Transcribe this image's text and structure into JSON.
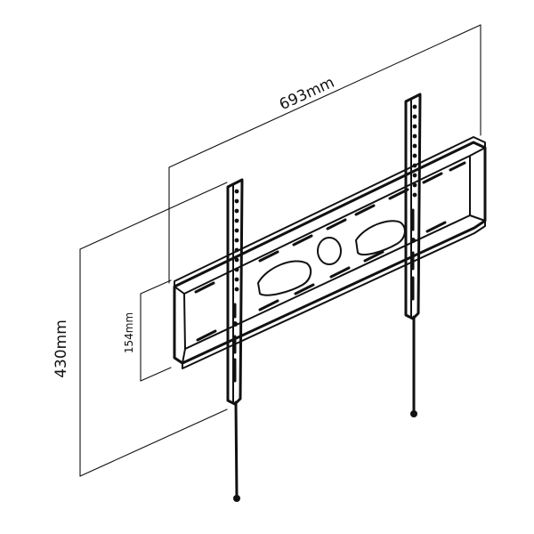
{
  "diagram": {
    "dimensions": {
      "width_label": "693mm",
      "height_label": "430mm",
      "inner_label": "154mm"
    },
    "colors": {
      "ink": "#111111",
      "background": "#ffffff"
    }
  }
}
